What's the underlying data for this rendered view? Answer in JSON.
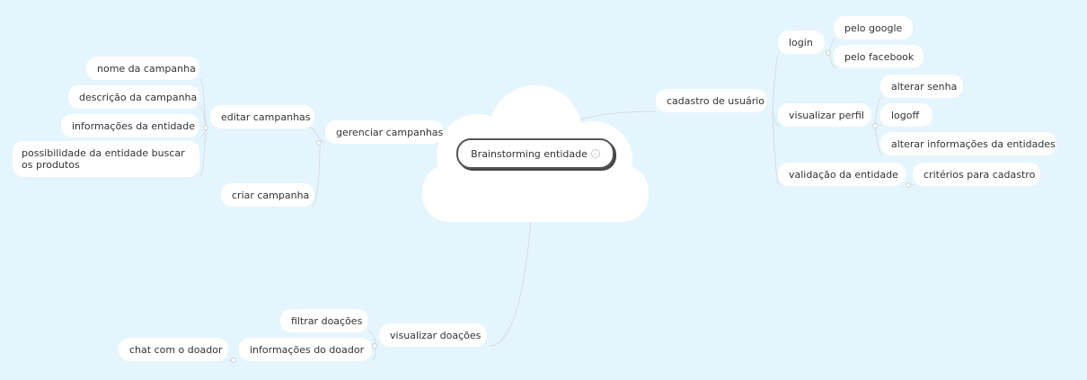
{
  "root": {
    "label": "Brainstorming entidade"
  },
  "left": {
    "gerenciar": {
      "label": "gerenciar campanhas",
      "editar": {
        "label": "editar campanhas",
        "children": [
          "nome da campanha",
          "descrição da campanha",
          "informações da entidade",
          "possibilidade da entidade buscar os produtos"
        ]
      },
      "criar": {
        "label": "criar campanha"
      }
    },
    "visualizar_doacoes": {
      "label": "visualizar doações",
      "filtrar": {
        "label": "filtrar doações"
      },
      "informacoes": {
        "label": "informações do doador",
        "children": [
          "chat com o doador"
        ]
      }
    }
  },
  "right": {
    "cadastro": {
      "label": "cadastro de usuário",
      "login": {
        "label": "login",
        "children": [
          "pelo google",
          "pelo facebook"
        ]
      },
      "perfil": {
        "label": "visualizar perfil",
        "children": [
          "alterar senha",
          "logoff",
          "alterar informações da entidades"
        ]
      },
      "validacao": {
        "label": "validação da entidade",
        "children": [
          "critérios para cadastro"
        ]
      }
    }
  },
  "colors": {
    "background": "#e5f5fd",
    "node": "#ffffff",
    "connector": "#d6dde1",
    "root_border": "#555555"
  }
}
